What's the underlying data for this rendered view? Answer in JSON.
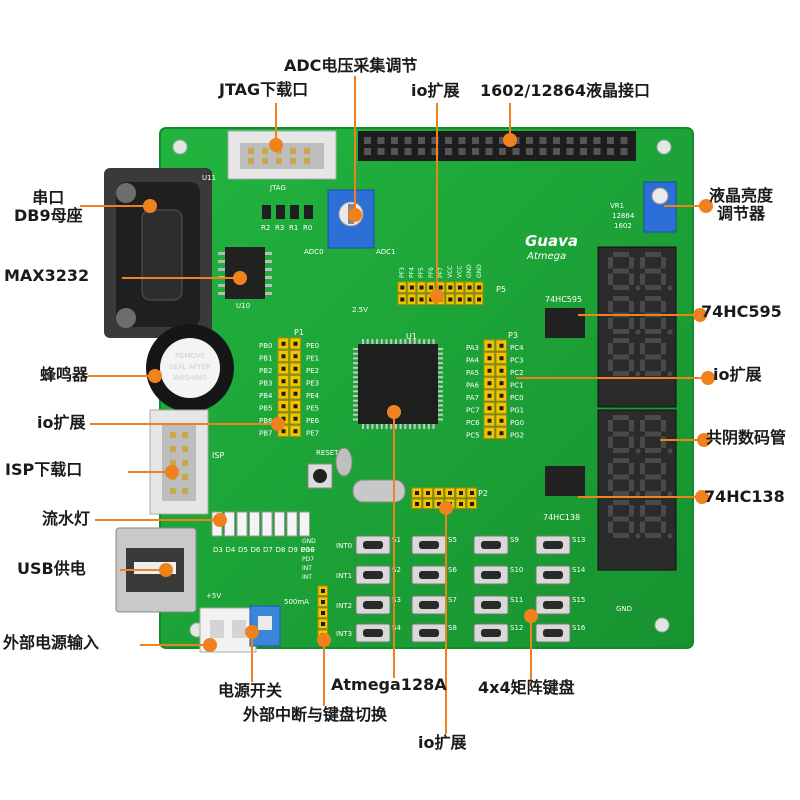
{
  "colors": {
    "pcb": "#1fa83a",
    "pcb_dark": "#15862c",
    "callout": "#f0821e",
    "header_yellow": "#f2c400",
    "display": "#2b2b2b",
    "segment": "#4a4a4a",
    "pot_blue": "#2c6fd6"
  },
  "labels": {
    "adc": "ADC电压采集调节",
    "jtag": "JTAG下载口",
    "io_top": "io扩展",
    "lcd": "1602/12864液晶接口",
    "serial_line1": "串口",
    "serial_line2": "DB9母座",
    "max3232": "MAX3232",
    "buzzer": "蜂鸣器",
    "io_left": "io扩展",
    "isp": "ISP下载口",
    "leds": "流水灯",
    "usb": "USB供电",
    "ext_power": "外部电源输入",
    "power_switch": "电源开关",
    "mcu": "Atmega128A",
    "int_switch": "外部中断与键盘切换",
    "io_bottom": "io扩展",
    "keypad": "4x4矩阵键盘",
    "lcd_contrast_line1": "液晶亮度",
    "lcd_contrast_line2": "调节器",
    "hc595": "74HC595",
    "io_right": "io扩展",
    "seg_display": "共阴数码管",
    "hc138": "74HC138"
  },
  "silkscreen": {
    "brand": "Guava",
    "brand_sub": "Atmega",
    "chip_595": "74HC595",
    "chip_138": "74HC138",
    "u1": "U1",
    "p1": "P1",
    "p2": "P2",
    "p3": "P3",
    "p5": "P5",
    "isp": "ISP",
    "reset": "RESET",
    "gnd": "GND",
    "plus5v": "+5V",
    "fuse": "500mA",
    "vr1": "VR1",
    "lcd_model_1": "12864",
    "lcd_model_2": "1602",
    "adc1": "ADC1",
    "adc0": "ADC0",
    "v25": "2.5V",
    "buzzer_sticker_1": "REMOVE",
    "buzzer_sticker_2": "SEAL AFTER",
    "buzzer_sticker_3": "WASHING",
    "u11": "U11",
    "u10": "U10",
    "jtag": "JTAG",
    "p1_pins": [
      "PE0",
      "PE1",
      "PE2",
      "PE3",
      "PE4",
      "PE5",
      "PE6",
      "PE7",
      "PB0",
      "PB1",
      "PB2",
      "PB3",
      "PB4",
      "PB5",
      "PB6",
      "PB7"
    ],
    "p3_pins": [
      "PA3",
      "PA4",
      "PA5",
      "PA6",
      "PA7",
      "PC7",
      "PC6",
      "PC5",
      "PC4",
      "PC3",
      "PC2",
      "PC1",
      "PC0",
      "PG1",
      "PG0",
      "PG2"
    ],
    "p5_pins": [
      "PF3",
      "PF4",
      "PF5",
      "PF6",
      "PF7",
      "VCC",
      "VCC",
      "GND",
      "GND"
    ],
    "int_pins": [
      "GND",
      "PD6",
      "PD7",
      "INT",
      "INT"
    ],
    "key_labels": [
      "INT0",
      "S1",
      "S5",
      "S9",
      "S13",
      "INT1",
      "S2",
      "S6",
      "S10",
      "S14",
      "INT2",
      "S3",
      "S7",
      "S11",
      "S15",
      "INT3",
      "S4",
      "S8",
      "S12",
      "S16"
    ],
    "led_labels": [
      "D3",
      "D4",
      "D5",
      "D6",
      "D7",
      "D8",
      "D9",
      "D10"
    ],
    "jtag_res": [
      "R2",
      "R3",
      "R1",
      "R0"
    ]
  }
}
